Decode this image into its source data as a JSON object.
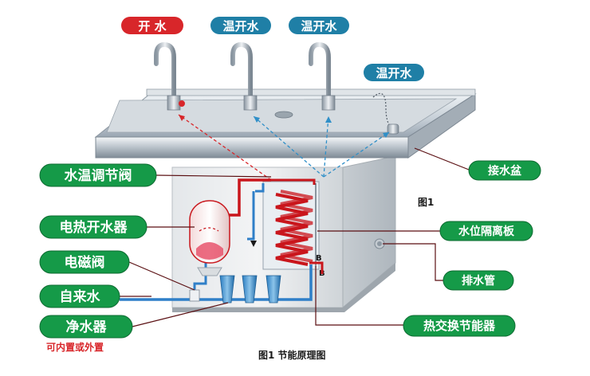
{
  "top_labels": {
    "boiling": "开 水",
    "warm1": "温开水",
    "warm2": "温开水",
    "warm3": "温开水"
  },
  "left_callouts": [
    {
      "id": "mixing-valve",
      "text": "水温调节阀"
    },
    {
      "id": "electric-boiler",
      "text": "电热开水器"
    },
    {
      "id": "solenoid-valve",
      "text": "电磁阀"
    },
    {
      "id": "tap-water",
      "text": "自来水"
    },
    {
      "id": "water-purifier",
      "text": "净水器"
    }
  ],
  "purifier_note": "可内置或外置",
  "right_callouts": [
    {
      "id": "basin",
      "text": "接水盆"
    },
    {
      "id": "level-divider",
      "text": "水位隔离板"
    },
    {
      "id": "drain-pipe",
      "text": "排水管"
    },
    {
      "id": "heat-exchanger",
      "text": "热交换节能器"
    }
  ],
  "figure_label": "图1",
  "caption": "图1 节能原理图",
  "marker_b": "B",
  "colors": {
    "hot_red": "#d8262a",
    "warm_blue": "#1f7fa6",
    "callout_green": "#159a48",
    "cold_pipe": "#2f7fc8",
    "hot_pipe": "#c9161c"
  }
}
